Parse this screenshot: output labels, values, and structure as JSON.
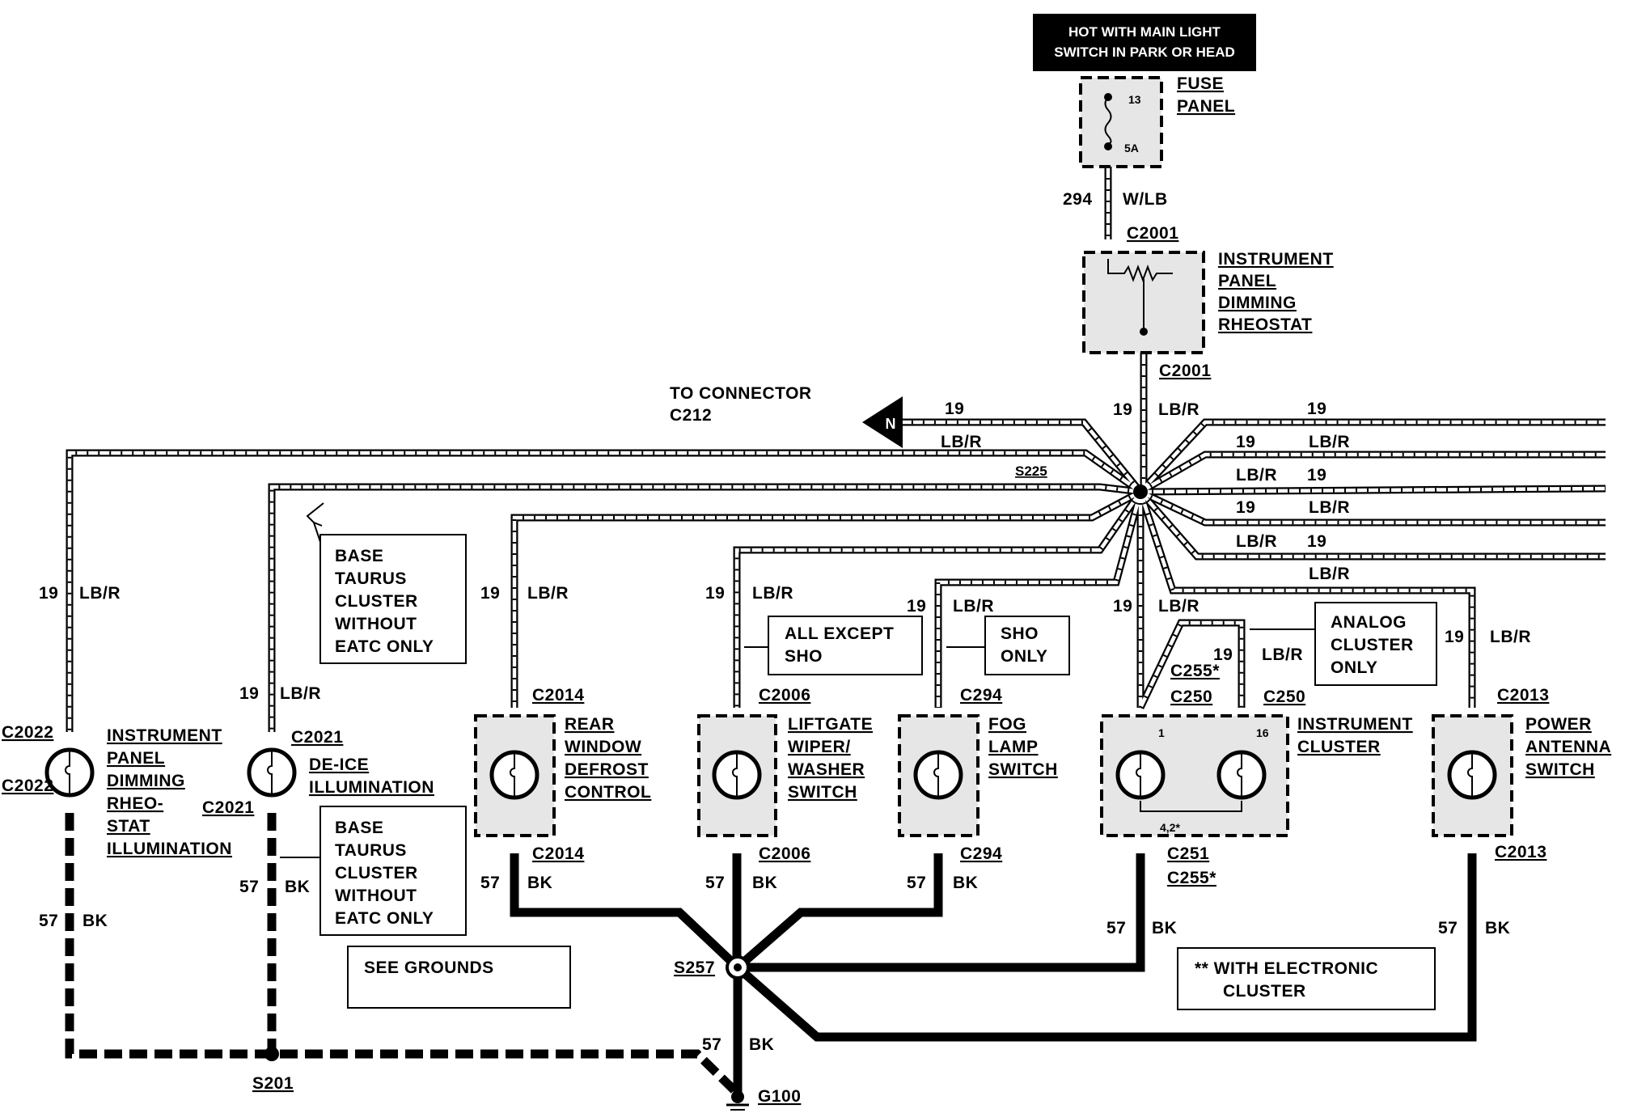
{
  "top_banner": [
    "HOT WITH MAIN LIGHT",
    "SWITCH IN PARK OR HEAD"
  ],
  "fuse": {
    "label": [
      "FUSE",
      "PANEL"
    ],
    "num": "13",
    "amp": "5A"
  },
  "circuit_294": {
    "num": "294",
    "color": "W/LB"
  },
  "connectors": {
    "c2001": "C2001",
    "c2014": "C2014",
    "c2006": "C2006",
    "c294": "C294",
    "c250": "C250",
    "c255": "C255*",
    "c251": "C251",
    "c2013": "C2013",
    "c2022": "C2022",
    "c2021": "C2021",
    "c212": "C212"
  },
  "splices": {
    "s225": "S225",
    "s257": "S257",
    "s201": "S201",
    "g100": "G100"
  },
  "rheostat_label": [
    "INSTRUMENT",
    "PANEL",
    "DIMMING",
    "RHEOSTAT"
  ],
  "to_connector": [
    "TO CONNECTOR",
    "C212"
  ],
  "n_marker": "N",
  "wire_num": "19",
  "wire_color": "LB/R",
  "ground_num": "57",
  "ground_color": "BK",
  "components": {
    "rear": [
      "REAR",
      "WINDOW",
      "DEFROST",
      "CONTROL"
    ],
    "liftgate": [
      "LIFTGATE",
      "WIPER/",
      "WASHER",
      "SWITCH"
    ],
    "fog": [
      "FOG",
      "LAMP",
      "SWITCH"
    ],
    "cluster": [
      "INSTRUMENT",
      "CLUSTER"
    ],
    "antenna": [
      "POWER",
      "ANTENNA",
      "SWITCH"
    ],
    "ip_illum": [
      "INSTRUMENT",
      "PANEL",
      "DIMMING",
      "RHEO-",
      "STAT",
      "ILLUMINATION"
    ],
    "deice": [
      "DE-ICE",
      "ILLUMINATION"
    ]
  },
  "notes": {
    "base1": [
      "BASE",
      "TAURUS",
      "CLUSTER",
      "WITHOUT",
      "EATC ONLY"
    ],
    "base2": [
      "BASE",
      "TAURUS",
      "CLUSTER",
      "WITHOUT",
      "EATC ONLY"
    ],
    "all_except": [
      "ALL EXCEPT",
      "SHO"
    ],
    "sho_only": [
      "SHO",
      "ONLY"
    ],
    "analog": [
      "ANALOG",
      "CLUSTER",
      "ONLY"
    ],
    "see_grounds": "SEE GROUNDS",
    "electronic": [
      "** WITH ELECTRONIC",
      "CLUSTER"
    ]
  },
  "pins": {
    "p1": "1",
    "p16": "16",
    "p42": "4,2*"
  }
}
